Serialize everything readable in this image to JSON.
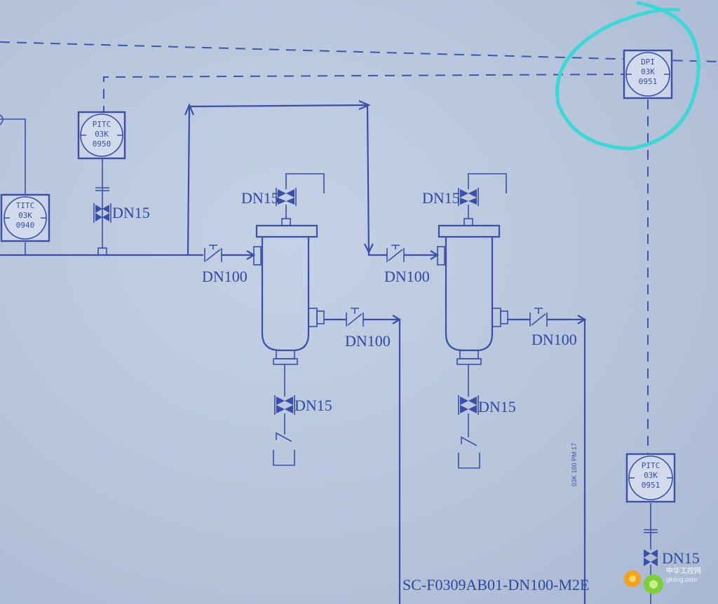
{
  "instruments": [
    {
      "id": "titc-0940",
      "lines": [
        "TITC",
        "03K",
        "0940"
      ]
    },
    {
      "id": "pitc-0950",
      "lines": [
        "PITC",
        "03K",
        "0950"
      ]
    },
    {
      "id": "dpi-0951",
      "lines": [
        "DPI",
        "03K",
        "0951"
      ]
    },
    {
      "id": "pitc-0951",
      "lines": [
        "PITC",
        "03K",
        "0951"
      ]
    }
  ],
  "labels": {
    "dn15": "DN15",
    "dn100": "DN100",
    "line_number": "SC-F0309AB01-DN100-M2E",
    "vertical_line_tag": "03K 100 PM 17"
  },
  "watermark": {
    "brand": "中华工控网",
    "domain": "gkong.com"
  },
  "colors": {
    "ink": "#3a4fa8",
    "paper": "#b9c7dd",
    "highlight": "#39d9d6"
  }
}
